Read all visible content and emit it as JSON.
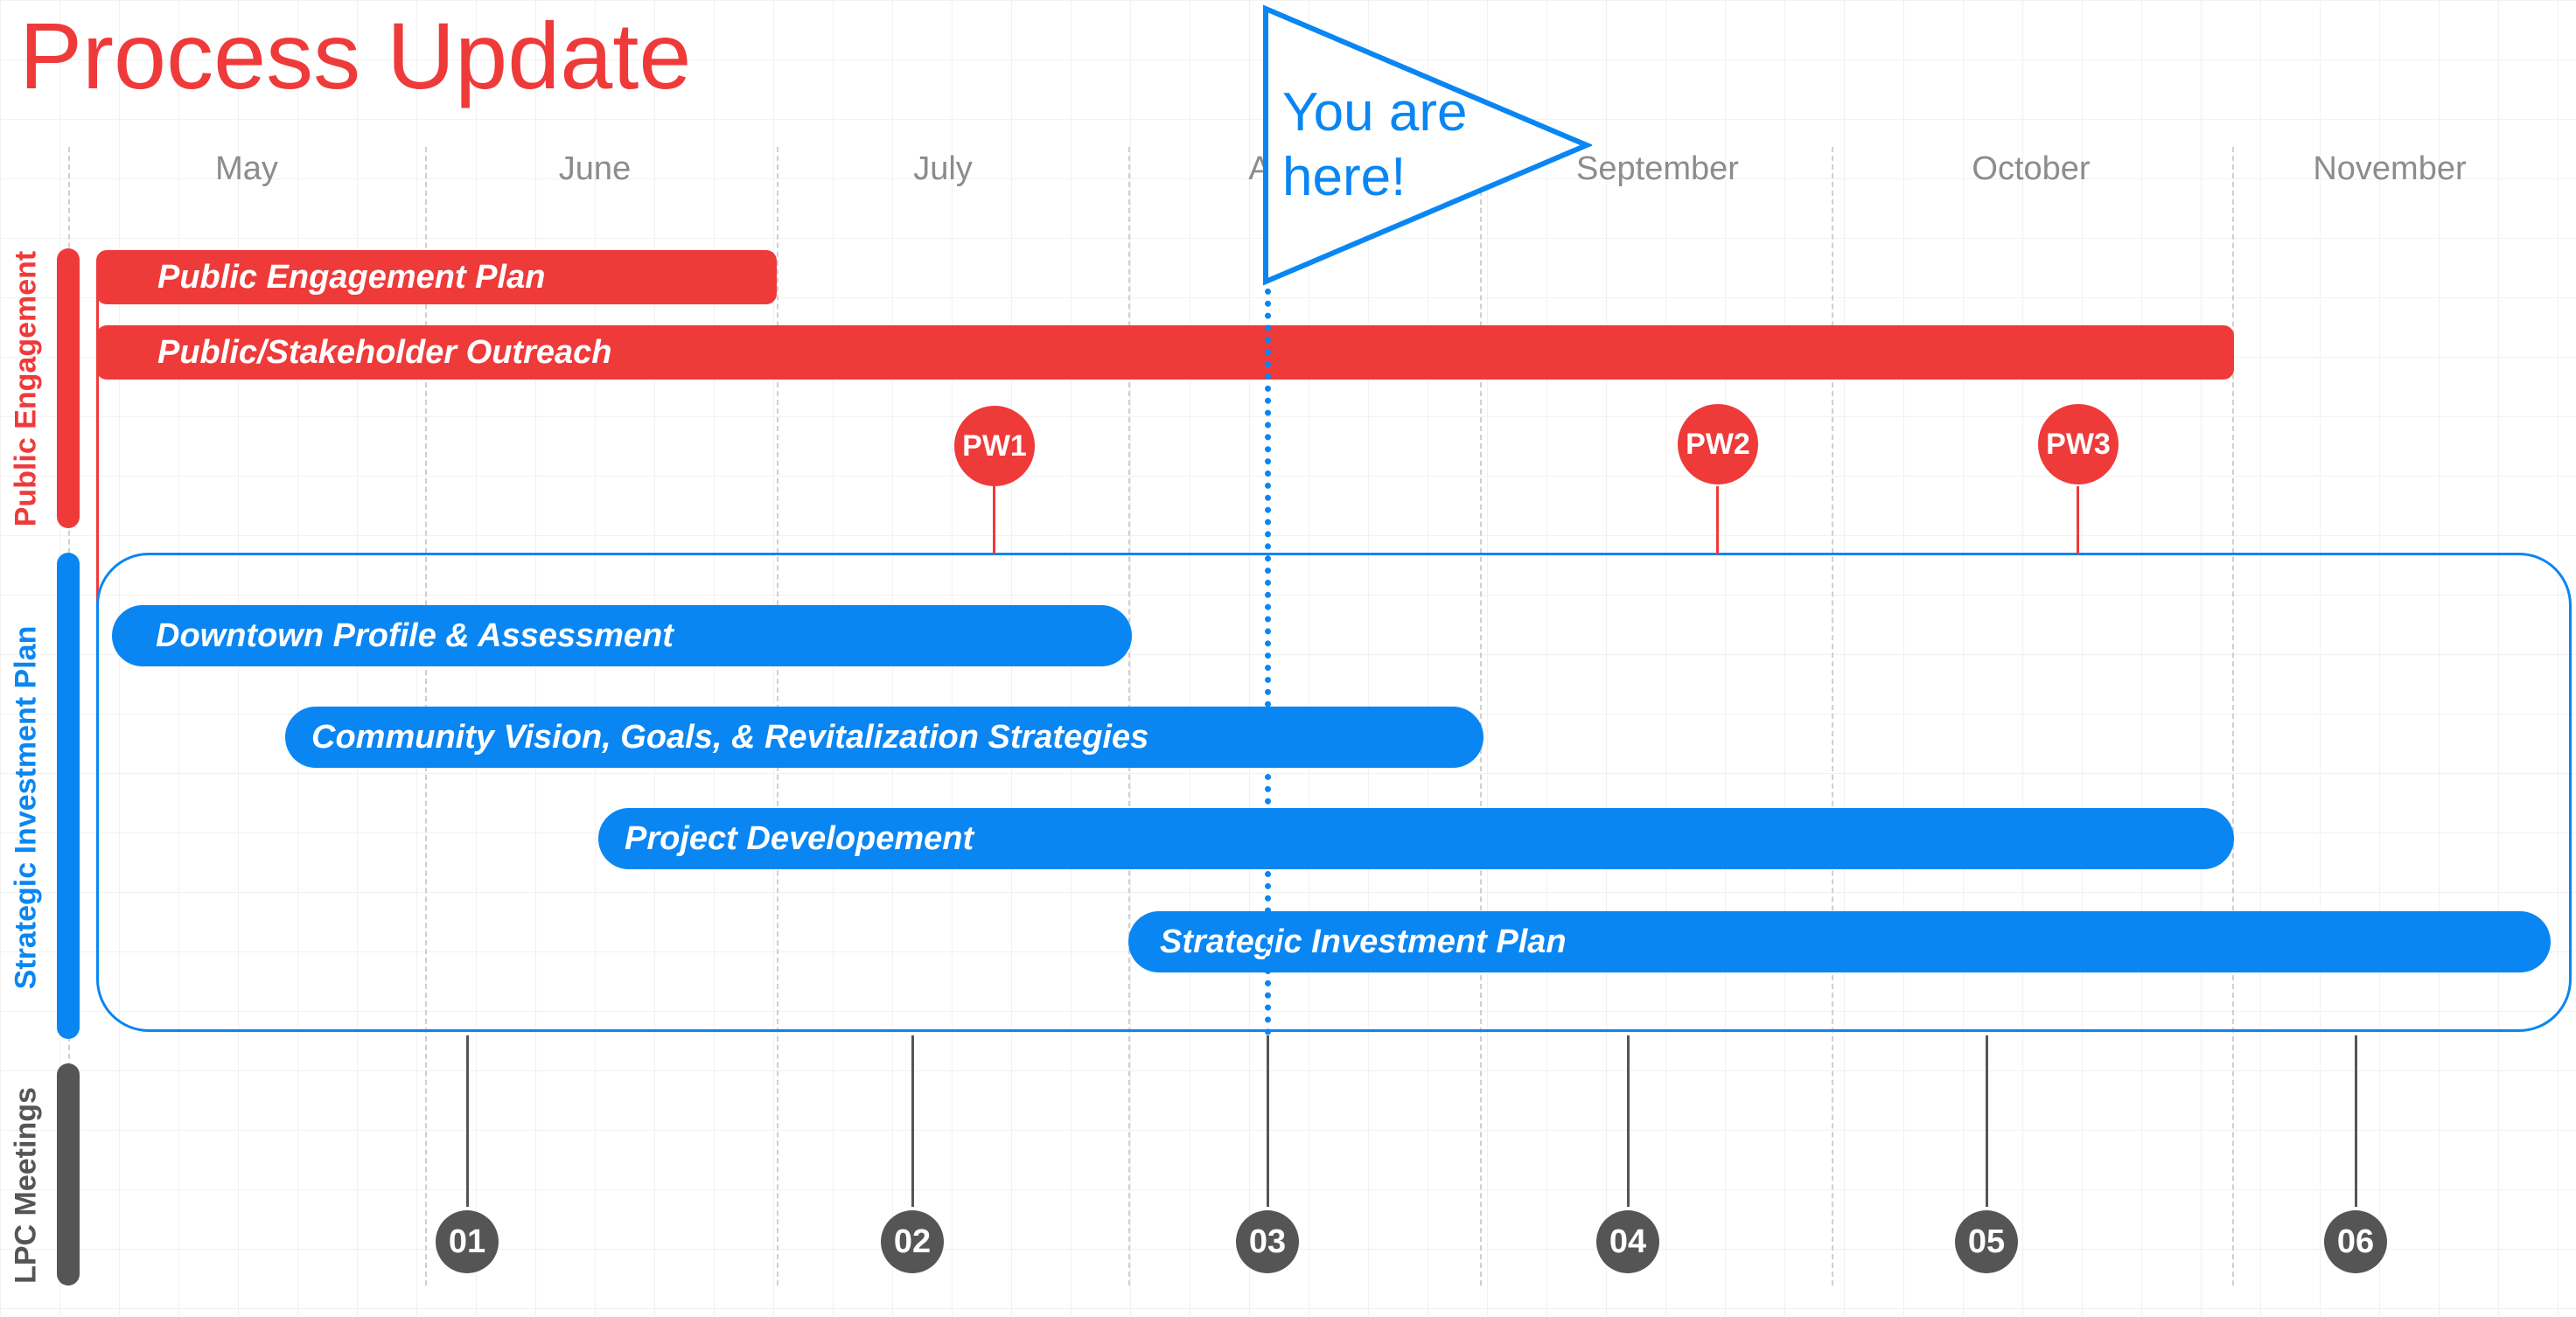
{
  "title": "Process Update",
  "months": [
    "May",
    "June",
    "July",
    "A",
    "September",
    "October",
    "November"
  ],
  "sections": {
    "public_engagement": "Public Engagement",
    "strategic_investment_plan": "Strategic Investment Plan",
    "lpc_meetings": "LPC Meetings"
  },
  "red_bars": [
    "Public Engagement Plan",
    "Public/Stakeholder Outreach"
  ],
  "blue_bars": [
    "Downtown Profile & Assessment",
    "Community Vision, Goals, & Revitalization Strategies",
    "Project Developement",
    "Strategic Investment Plan"
  ],
  "public_workshops": [
    "PW1",
    "PW2",
    "PW3"
  ],
  "lpc_meetings": [
    "01",
    "02",
    "03",
    "04",
    "05",
    "06"
  ],
  "marker": {
    "line1": "You are",
    "line2": "here!"
  },
  "colors": {
    "red": "#ef3a3a",
    "blue": "#0a86f3",
    "gray": "#555555"
  }
}
